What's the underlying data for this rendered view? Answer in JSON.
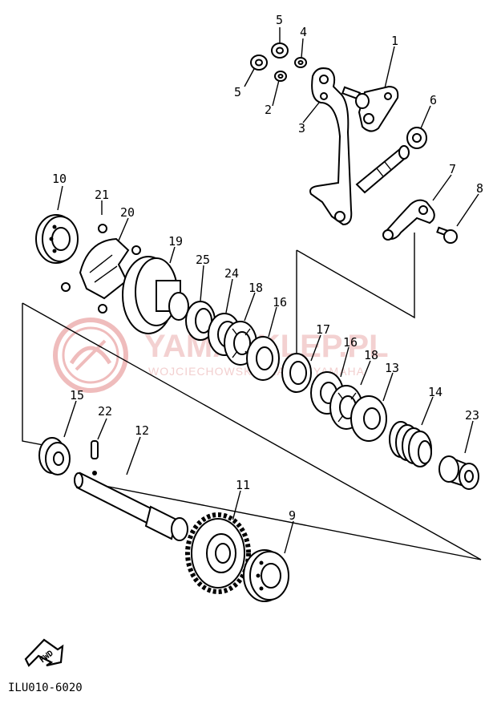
{
  "diagram": {
    "callouts": {
      "p1": "1",
      "p2": "2",
      "p3": "3",
      "p4": "4",
      "p5a": "5",
      "p5b": "5",
      "p6": "6",
      "p7": "7",
      "p8": "8",
      "p9": "9",
      "p10": "10",
      "p11": "11",
      "p12": "12",
      "p13": "13",
      "p14": "14",
      "p15": "15",
      "p16a": "16",
      "p16b": "16",
      "p17": "17",
      "p18a": "18",
      "p18b": "18",
      "p19": "19",
      "p20": "20",
      "p21": "21",
      "p22": "22",
      "p23": "23",
      "p24": "24",
      "p25": "25"
    },
    "drawing_code": "ILU010-6020",
    "fwd_label": "FWD"
  },
  "watermark": {
    "main": "YAMASKLEP.PL",
    "sub": "WOJCIECHOWSKI DEALER YAMAHA"
  },
  "colors": {
    "ink": "#000000",
    "paper": "#ffffff",
    "watermark": "#e8a9a9"
  }
}
